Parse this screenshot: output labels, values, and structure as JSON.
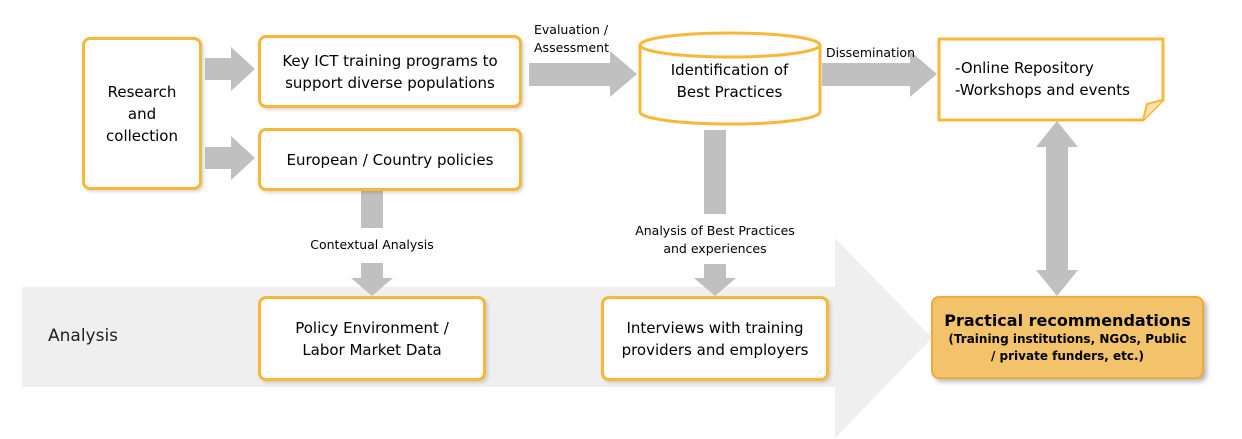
{
  "boxes": {
    "research": "Research\nand\ncollection",
    "ict_programs": "Key ICT training programs to\nsupport diverse populations",
    "policies": "European / Country policies",
    "identification": "Identification of\nBest Practices",
    "outputs": "-Online Repository\n-Workshops and events",
    "policy_env": "Policy Environment /\nLabor Market Data",
    "interviews": "Interviews with training\nproviders and employers"
  },
  "labels": {
    "evaluation": "Evaluation /\nAssessment",
    "dissemination": "Dissemination",
    "contextual": "Contextual Analysis",
    "analysis_bp": "Analysis of Best Practices\nand experiences"
  },
  "band_label": "Analysis",
  "recommendation": {
    "title": "Practical recommendations",
    "subtitle": "(Training institutions, NGOs, Public\n/ private funders, etc.)"
  },
  "colors": {
    "border": "#f8b737",
    "arrow": "#bfbfbf",
    "band": "#eeeeee",
    "recommendation_fill": "#f2c36a"
  }
}
